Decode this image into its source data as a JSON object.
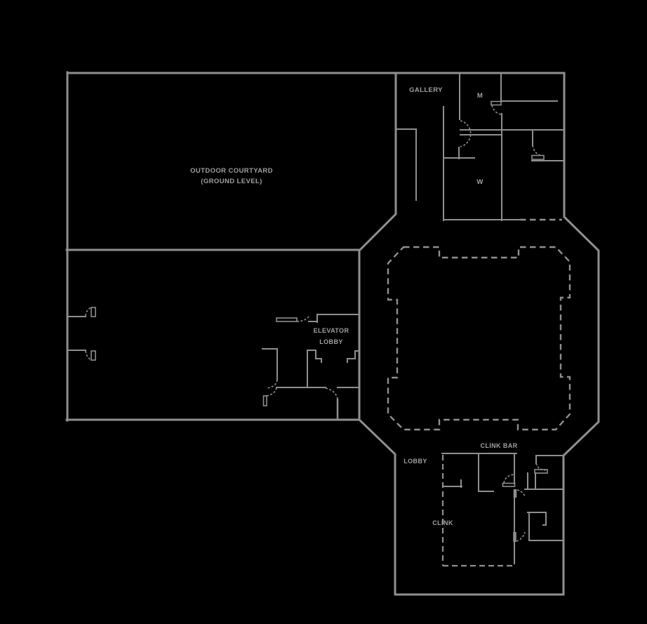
{
  "theme": {
    "background": "#000000",
    "wall_color": "#8f8f8f",
    "label_color": "#a0a0a0"
  },
  "plan": {
    "type": "architectural-floor-plan",
    "labels": {
      "gallery": "GALLERY",
      "mens_room": "M",
      "womens_room": "W",
      "courtyard_line1": "OUTDOOR COURTYARD",
      "courtyard_line2": "(GROUND LEVEL)",
      "elevator_line1": "ELEVATOR",
      "elevator_line2": "LOBBY",
      "lobby": "LOBBY",
      "clink_bar": "CLINK BAR",
      "clink": "CLINK"
    }
  }
}
